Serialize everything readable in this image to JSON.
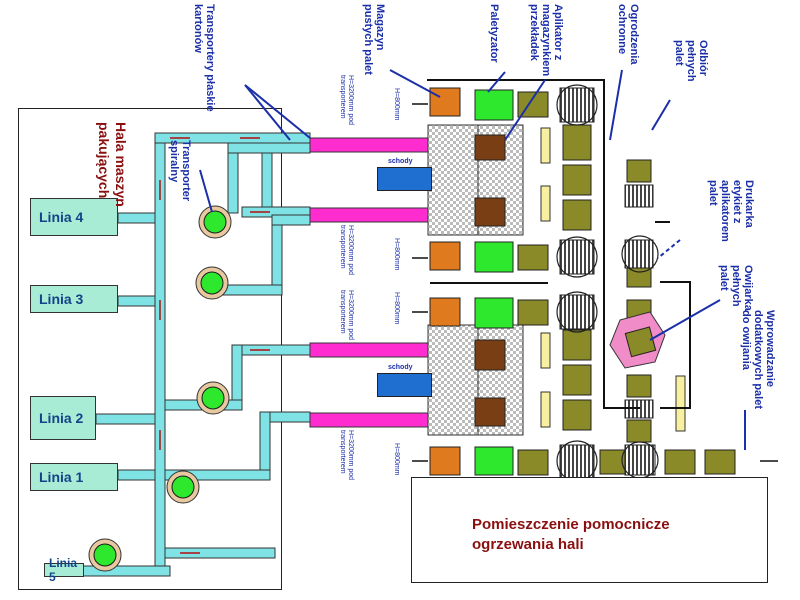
{
  "lines": [
    "Linia 4",
    "Linia 3",
    "Linia 2",
    "Linia 1",
    "Linia 5"
  ],
  "labels": {
    "hala": "Hala maszyn pakujących",
    "transportery_plaskie": "Transportery płaskie kartonów",
    "transporter_spiralny": "Transporter spiralny",
    "magazyn": "Magazyn pustych palet",
    "paletyzator": "Paletyzator",
    "aplikator": "Aplikator z magazynkiem przekładek",
    "ogrodzenia": "Ogrodzenia ochronne",
    "odbior": "Odbiór pełnych palet",
    "drukarka": "Drukarka etykiet z aplikatorem palet",
    "owijarka": "Owijarka pełnych palet",
    "wprowadzanie": "Wprowadzanie dodatkowych palet do owijania",
    "schody": "schody",
    "h800": "H=800mm",
    "h3200": "H=3200mm pod transporterem"
  },
  "aux_room": {
    "line1": "Pomieszczenie pomocnicze",
    "line2": "ogrzewania hali"
  },
  "colors": {
    "conveyor": "#7fe3e6",
    "transport_pink": "#ff2ccf",
    "pallet_orange": "#e07a1e",
    "palletizer_green": "#2ee82e",
    "olive": "#8a8a28",
    "brown": "#7a3e14",
    "purple": "#7a2ed6",
    "wrapper_pink": "#f08cc8",
    "label_blue": "#1b2fa8",
    "title_red": "#8a1010"
  }
}
